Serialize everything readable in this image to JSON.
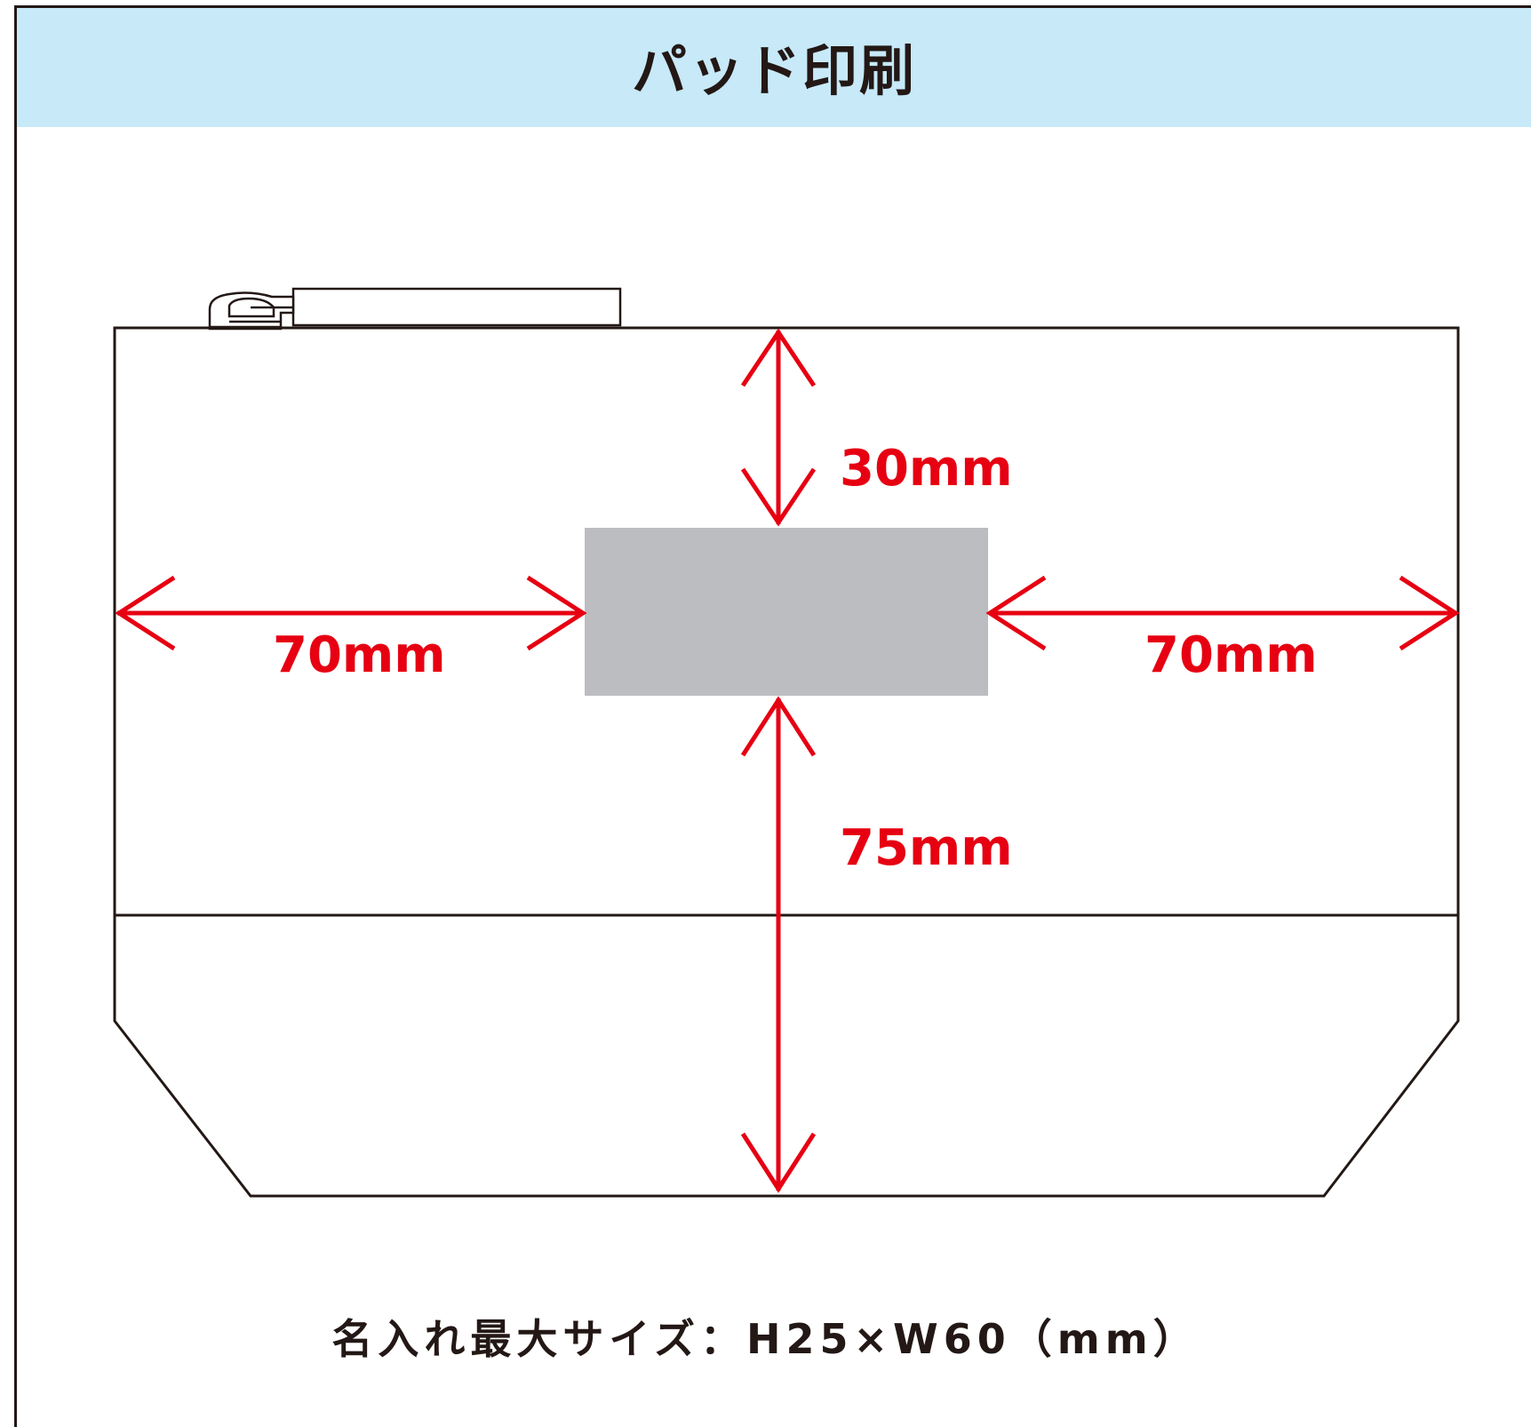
{
  "header": {
    "title": "パッド印刷",
    "background": "#c7e9f8"
  },
  "diagram": {
    "dimensions": {
      "top": "30mm",
      "left": "70mm",
      "right": "70mm",
      "bottom": "75mm"
    },
    "print_area_color": "#bcbdc0",
    "arrow_color": "#e60012",
    "outline_color": "#231815"
  },
  "caption": {
    "text": "名入れ最大サイズ：H25×W60（mm）"
  }
}
